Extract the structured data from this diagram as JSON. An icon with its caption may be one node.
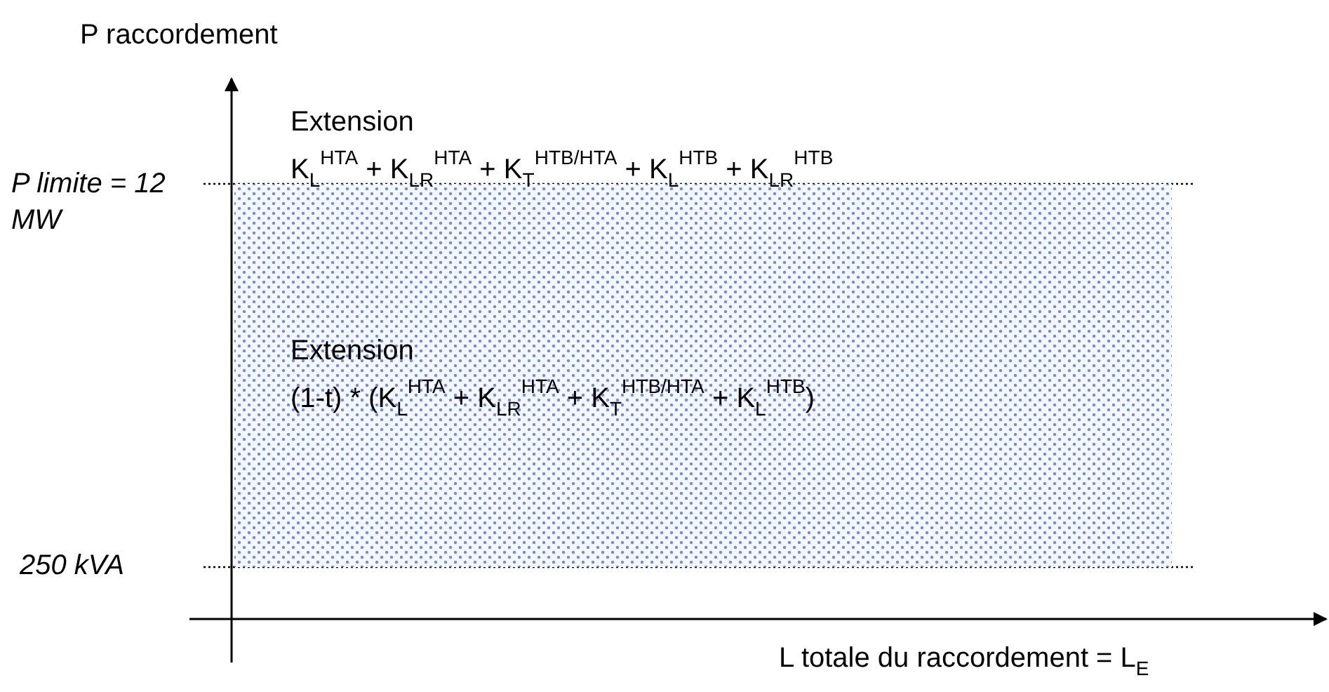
{
  "diagram": {
    "nodes": [
      {
        "text": [
          "Extension",
          "(1-t) * (K$_{L}$$^{HTA}$ + K$_{LR}$$^{HTA}$ + K$_{T}$$^{HTB/HTA}$ + K$_{L}$$^{HTB}$)"
        ]
      }
    ],
    "edges": [],
    "labels": [
      "P raccordement",
      "Extension",
      "K$_{L}$$^{HTA}$ + K$_{LR}$$^{HTA}$ + K$_{T}$$^{HTB/HTA}$ + K$_{L}$$^{HTB}$ + K$_{LR}$$^{HTB}$",
      "P limite = 12 MW",
      "250 kVA",
      "L totale du raccordement = L$_{E}$"
    ]
  }
}
